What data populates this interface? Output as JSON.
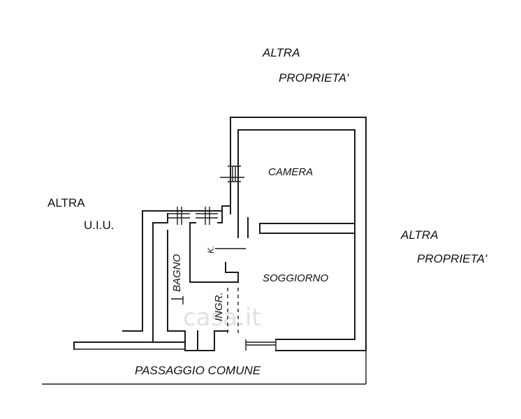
{
  "labels": {
    "altra_proprieta_top_line1": "ALTRA",
    "altra_proprieta_top_line2": "PROPRIETA'",
    "altra_uiu_line1": "ALTRA",
    "altra_uiu_line2": "U.I.U.",
    "altra_proprieta_right_line1": "ALTRA",
    "altra_proprieta_right_line2": "PROPRIETA'",
    "camera": "CAMERA",
    "soggiorno": "SOGGIORNO",
    "bagno": "BAGNO",
    "kitchen": "K.",
    "ingresso": "INGR.",
    "passaggio_comune": "PASSAGGIO COMUNE"
  },
  "watermark": "casa.it",
  "colors": {
    "line": "#1a1a1a",
    "text": "#111111",
    "watermark": "#c8c8c8",
    "background": "#ffffff"
  }
}
